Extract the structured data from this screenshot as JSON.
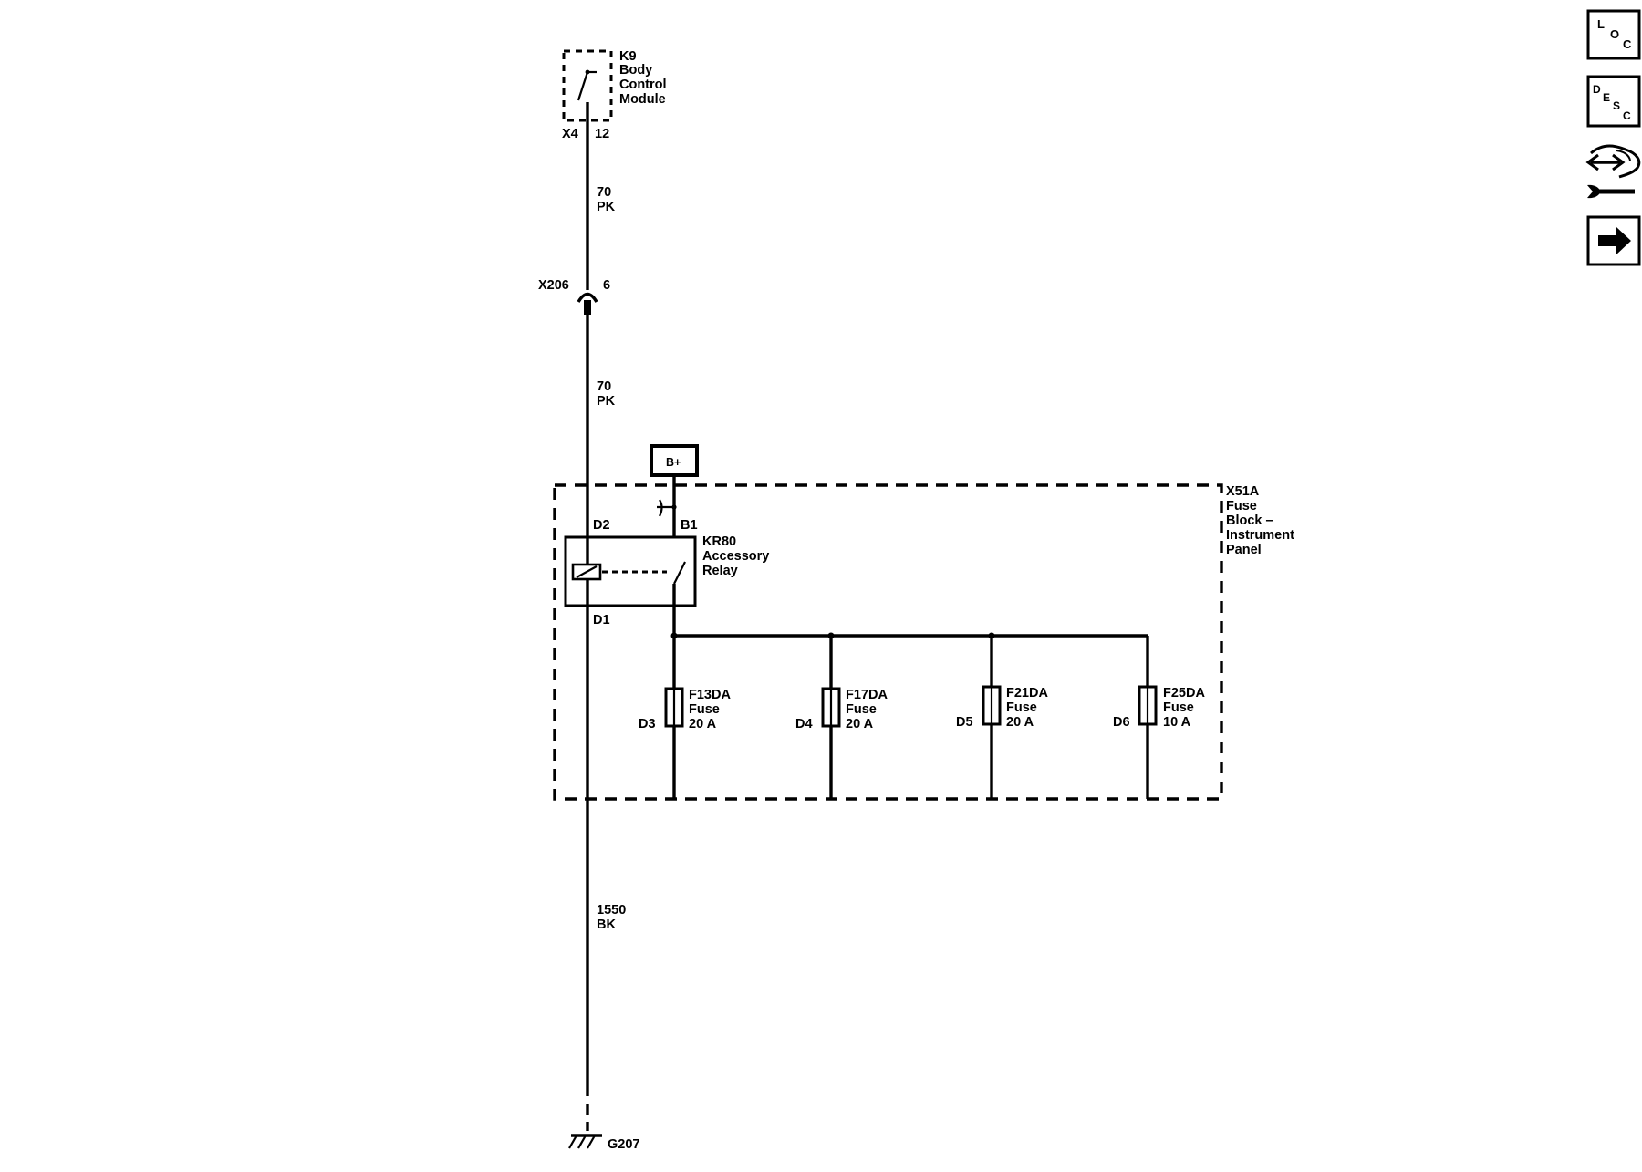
{
  "module": {
    "ref": "K9",
    "line1": "Body",
    "line2": "Control",
    "line3": "Module",
    "connector": "X4",
    "pin": "12"
  },
  "wire_bcm": {
    "circuit": "70",
    "color": "PK"
  },
  "inline_connector": {
    "ref": "X206",
    "pin": "6"
  },
  "wire_fuse_block": {
    "circuit": "70",
    "color": "PK"
  },
  "battery": {
    "label": "B+"
  },
  "fuse_block": {
    "ref": "X51A",
    "line1": "Fuse",
    "line2": "Block –",
    "line3": "Instrument",
    "line4": "Panel"
  },
  "relay": {
    "ref": "KR80",
    "line1": "Accessory",
    "line2": "Relay",
    "coil_pin_top": "D2",
    "coil_pin_bottom": "D1",
    "switch_pin": "B1"
  },
  "fuses": [
    {
      "ref": "F13DA",
      "name": "Fuse",
      "rating": "20 A",
      "pin": "D3"
    },
    {
      "ref": "F17DA",
      "name": "Fuse",
      "rating": "20 A",
      "pin": "D4"
    },
    {
      "ref": "F21DA",
      "name": "Fuse",
      "rating": "20 A",
      "pin": "D5"
    },
    {
      "ref": "F25DA",
      "name": "Fuse",
      "rating": "10 A",
      "pin": "D6"
    }
  ],
  "wire_ground": {
    "circuit": "1550",
    "color": "BK"
  },
  "ground": {
    "ref": "G207"
  },
  "side_buttons": {
    "loc": {
      "l1": "L",
      "l2": "O",
      "l3": "C"
    },
    "desc": {
      "l1": "D",
      "l2": "E",
      "l3": "S",
      "l4": "C"
    }
  },
  "colors": {
    "ink": "#000000",
    "background": "#ffffff"
  }
}
